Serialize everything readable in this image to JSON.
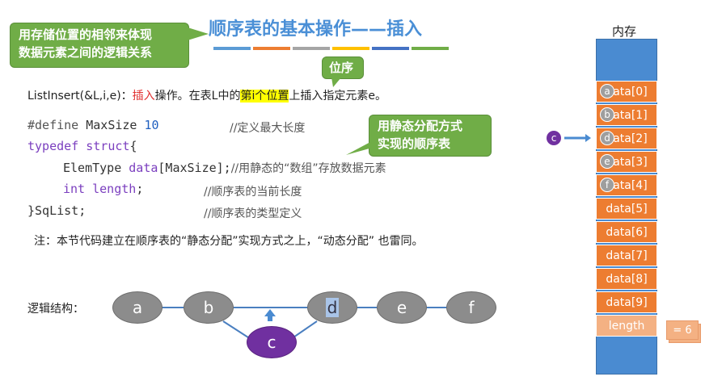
{
  "callout_main": {
    "line1": "用存储位置的相邻来体现",
    "line2": "数据元素之间的逻辑关系"
  },
  "title": "顺序表的基本操作——插入",
  "title_bar_colors": [
    "#5b9bd5",
    "#ed7d31",
    "#a5a5a5",
    "#ffc000",
    "#4472c4",
    "#70ad47"
  ],
  "callout_position": "位序",
  "description": {
    "prefix": "ListInsert(&L,i,e)：",
    "highlight_red": "插入",
    "middle": "操作。在表L中的",
    "highlight_yellow": "第i个位置",
    "suffix": "上插入指定元素e。"
  },
  "code": {
    "line1_kw": "#define",
    "line1_name": " MaxSize ",
    "line1_num": "10",
    "line1_cmt": "//定义最大长度",
    "line2_kw": "typedef struct",
    "line2_rest": "{",
    "line3_type": "ElemType ",
    "line3_var": "data",
    "line3_rest": "[MaxSize];",
    "line3_cmt": "//用静态的“数组”存放数据元素",
    "line4_kw": "int",
    "line4_var": " length",
    "line4_rest": ";",
    "line4_cmt": "//顺序表的当前长度",
    "line5": "}SqList;",
    "line5_cmt": "//顺序表的类型定义"
  },
  "callout_static": {
    "line1": "用静态分配方式",
    "line2": "实现的顺序表"
  },
  "note": "注：本节代码建立在顺序表的“静态分配”实现方式之上，“动态分配” 也雷同。",
  "logical_label": "逻辑结构：",
  "nodes": [
    "a",
    "b",
    "d",
    "e",
    "f"
  ],
  "insert_node": "c",
  "memory": {
    "title": "内存",
    "cells": [
      "data[0]",
      "data[1]",
      "data[2]",
      "data[3]",
      "data[4]",
      "data[5]",
      "data[6]",
      "data[7]",
      "data[8]",
      "data[9]"
    ],
    "markers": [
      "a",
      "b",
      "d",
      "e",
      "f"
    ],
    "length_label": "length",
    "length_value": "= 6",
    "pointer_label": "c"
  },
  "colors": {
    "accent_blue": "#4a8fd6",
    "green": "#70ad47",
    "orange": "#ed7d31",
    "purple": "#7030a0",
    "memory_blue": "#4a8bd1"
  }
}
